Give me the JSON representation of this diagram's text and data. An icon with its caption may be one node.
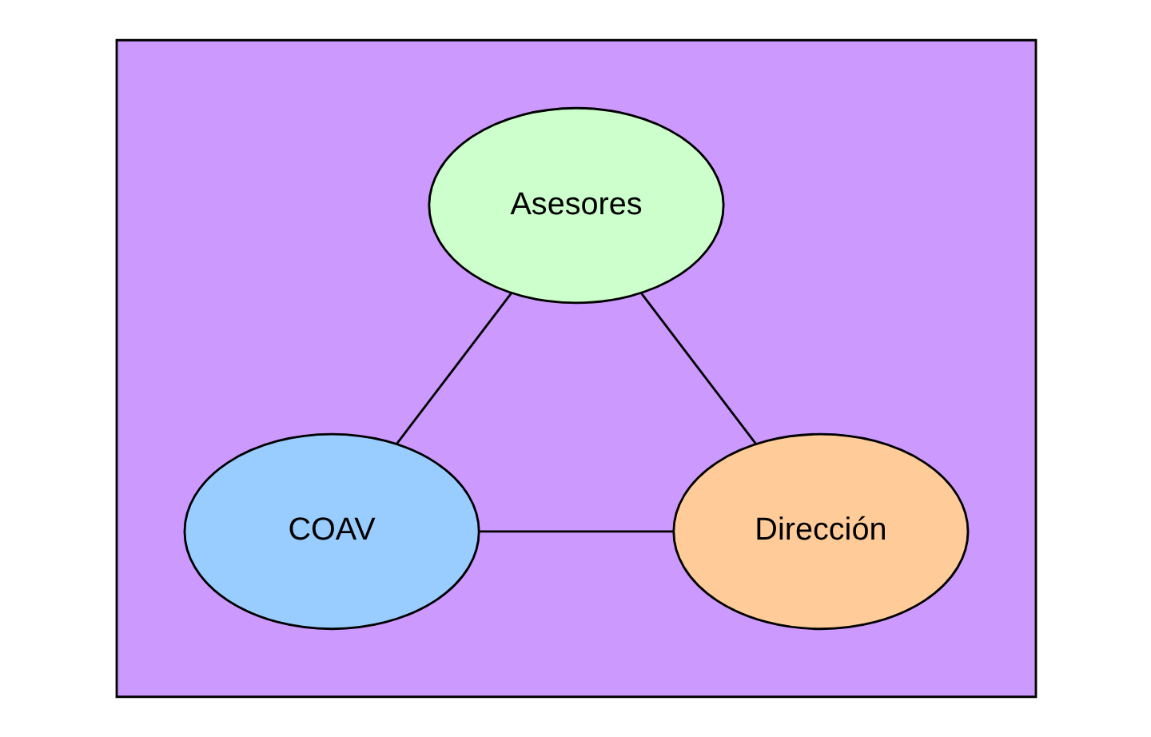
{
  "diagram": {
    "nodes": [
      {
        "text": [],
        "shape": "box"
      },
      {
        "text": [
          "Asesores"
        ],
        "in": 0
      },
      {
        "text": [
          "COAV"
        ],
        "in": 0
      },
      {
        "text": [
          "Dirección"
        ],
        "in": 0
      }
    ],
    "edges": [
      {
        "from": 1,
        "to": 2,
        "arrow": "none"
      },
      {
        "from": 1,
        "to": 3,
        "arrow": "none"
      },
      {
        "from": 2,
        "to": 3,
        "arrow": "none"
      }
    ]
  }
}
